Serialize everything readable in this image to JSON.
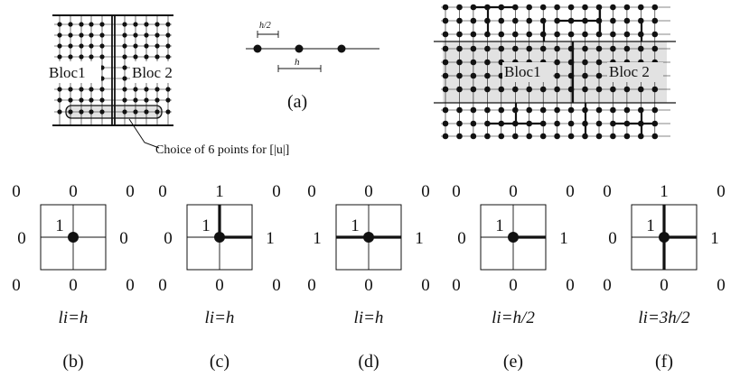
{
  "colors": {
    "ink": "#111111",
    "shade": "#e2e2e2",
    "dot_fill": "#111111"
  },
  "left_figure": {
    "bloc1_label": "Bloc1",
    "bloc2_label": "Bloc 2",
    "callout": "Choice of 6 points for [|u|]",
    "highlighted_points": 6
  },
  "figure_a": {
    "half_spacing_label": "h/2",
    "spacing_label": "h",
    "caption": "(a)"
  },
  "right_figure": {
    "bloc1_label": "Bloc1",
    "bloc2_label": "Bloc 2"
  },
  "stencils": [
    {
      "id": "b",
      "caption": "(b)",
      "formula": "li=h",
      "center_label": "1",
      "corner_labels": [
        "0",
        "0",
        "0",
        "0"
      ],
      "edge_labels": {
        "top": "0",
        "left": "0",
        "right": "0",
        "bottom": "0"
      },
      "thick_arms": []
    },
    {
      "id": "c",
      "caption": "(c)",
      "formula": "li=h",
      "center_label": "1",
      "corner_labels": [
        "0",
        "0",
        "0",
        "0"
      ],
      "edge_labels": {
        "top": "1",
        "left": "0",
        "right": "1",
        "bottom": "0"
      },
      "thick_arms": [
        "up",
        "right"
      ]
    },
    {
      "id": "d",
      "caption": "(d)",
      "formula": "li=h",
      "center_label": "1",
      "corner_labels": [
        "0",
        "0",
        "0",
        "0"
      ],
      "edge_labels": {
        "top": "0",
        "left": "1",
        "right": "1",
        "bottom": "0"
      },
      "thick_arms": [
        "left",
        "right"
      ]
    },
    {
      "id": "e",
      "caption": "(e)",
      "formula": "li=h/2",
      "center_label": "1",
      "corner_labels": [
        "0",
        "0",
        "0",
        "0"
      ],
      "edge_labels": {
        "top": "0",
        "left": "0",
        "right": "1",
        "bottom": "0"
      },
      "thick_arms": [
        "right"
      ]
    },
    {
      "id": "f",
      "caption": "(f)",
      "formula": "li=3h/2",
      "center_label": "1",
      "corner_labels": [
        "0",
        "0",
        "0",
        "0"
      ],
      "edge_labels": {
        "top": "1",
        "left": "0",
        "right": "1",
        "bottom": "0"
      },
      "thick_arms": [
        "up",
        "down",
        "right"
      ]
    }
  ]
}
